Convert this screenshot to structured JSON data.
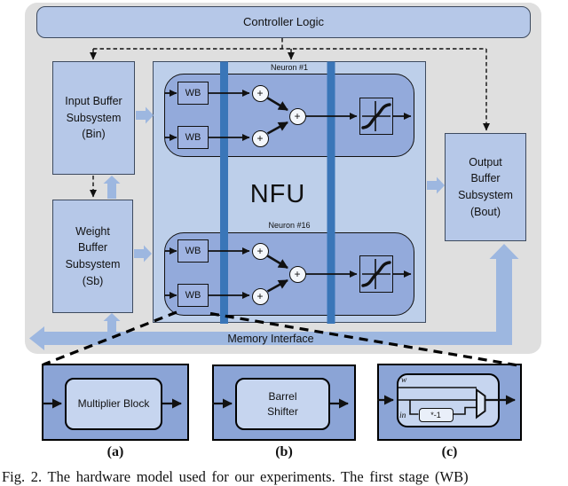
{
  "colors": {
    "canvas_bg": "#ffffff",
    "panel_gray": "#dfdfdf",
    "box_blue": "#b6c8e8",
    "nfu_blue": "#bdcfea",
    "neuron_blue": "#93aadb",
    "wb_blue": "#9fb3e2",
    "bar_blue": "#3a76b8",
    "thick_arrow_blue": "#9db7e0",
    "zoom_outer_blue": "#8ba4d6",
    "zoom_inner_blue": "#c6d5ef",
    "neg_box_bg": "#e9eff9",
    "plus_circle_bg": "#f4f7fc",
    "border_dark": "#3d4a5f",
    "line_black": "#111111",
    "mux_fill": "#dce6f5"
  },
  "controller": {
    "label": "Controller Logic"
  },
  "buffers": {
    "input": {
      "label": "Input Buffer\nSubsystem\n(Bin)"
    },
    "weight": {
      "label": "Weight\nBuffer\nSubsystem\n(Sb)"
    },
    "output": {
      "label": "Output\nBuffer\nSubsystem\n(Bout)"
    }
  },
  "nfu": {
    "label": "NFU",
    "neuron1_label": "Neuron #1",
    "neuron16_label": "Neuron #16",
    "wb_label": "WB",
    "plus_label": "+"
  },
  "memory_interface": {
    "label": "Memory Interface"
  },
  "zoom_blocks": {
    "a": {
      "label": "Multiplier Block",
      "caption": "(a)"
    },
    "b": {
      "label": "Barrel\nShifter",
      "caption": "(b)"
    },
    "c": {
      "caption": "(c)",
      "w_label": "w",
      "in_label": "in",
      "negate_label": "*-1"
    }
  },
  "figure_caption": "Fig. 2.   The hardware model used for our experiments. The first stage (WB)"
}
